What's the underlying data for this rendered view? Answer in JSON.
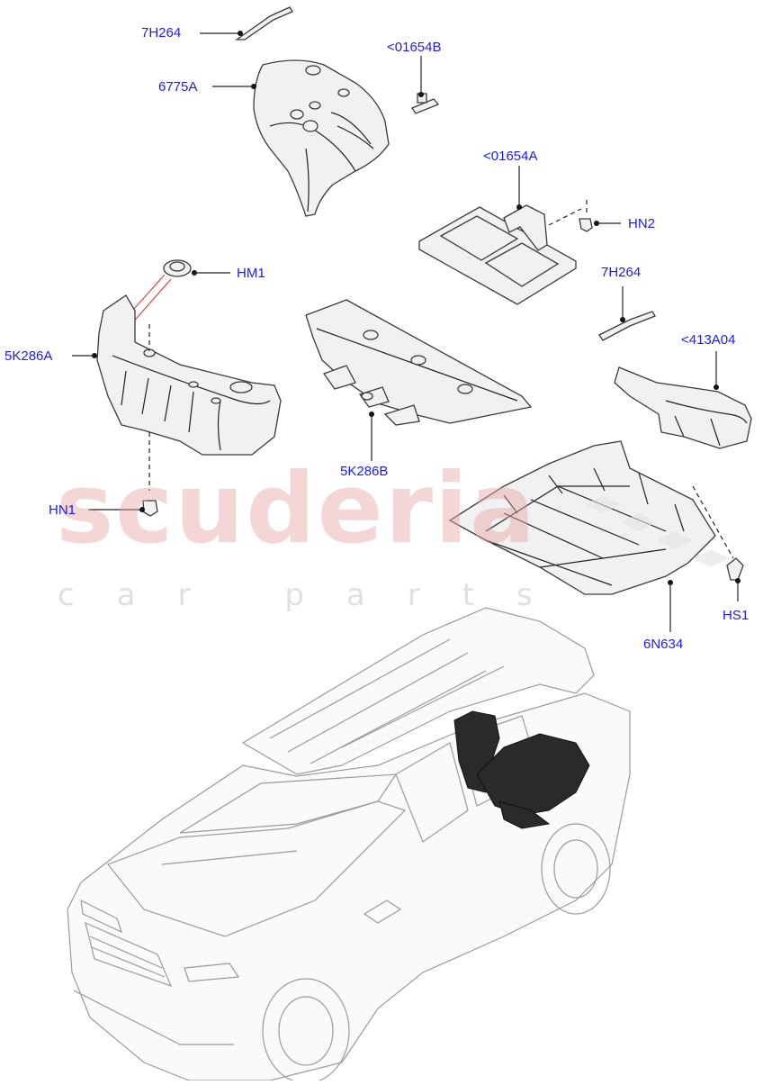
{
  "callouts": {
    "c7h264_top": "7H264",
    "c6775a": "6775A",
    "c01654b": "<01654B",
    "c01654a": "<01654A",
    "chn2": "HN2",
    "chm1": "HM1",
    "c5k286a": "5K286A",
    "c7h264_right": "7H264",
    "c413a04": "<413A04",
    "c5k286b": "5K286B",
    "chn1": "HN1",
    "chs1": "HS1",
    "c6n634": "6N634"
  },
  "watermark": {
    "brand": "scuderia",
    "tagline": "car parts"
  },
  "colors": {
    "callout_text": "#1a1aff",
    "leader_line": "#222222",
    "part_fill": "#f1f1f1",
    "watermark_brand": "#e8a5a5",
    "highlight_red": "#e03030"
  }
}
